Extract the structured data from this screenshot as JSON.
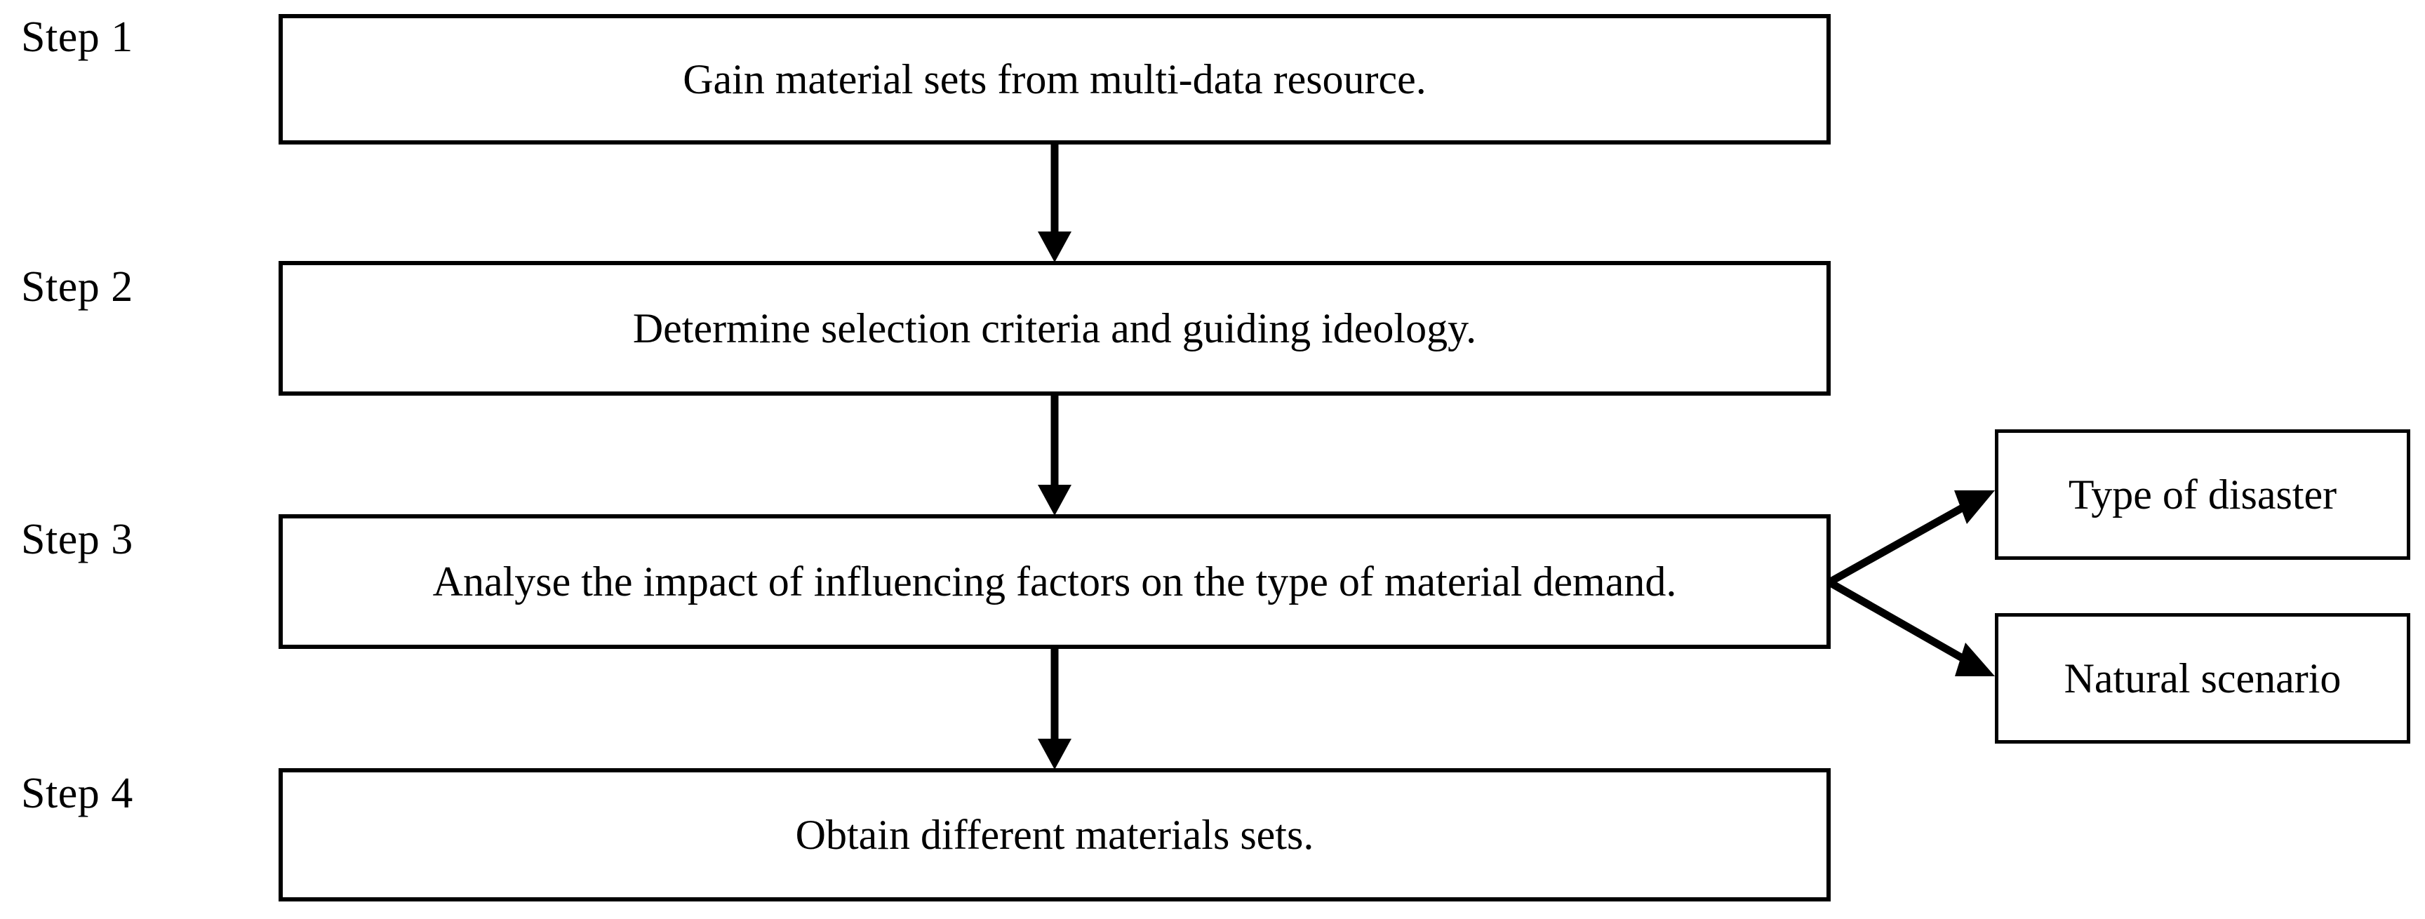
{
  "diagram": {
    "type": "flowchart",
    "orientation": "vertical-with-right-branch",
    "background_color": "#ffffff",
    "line_color": "#000000",
    "text_color": "#000000",
    "steps": [
      {
        "label": "Step 1",
        "text": "Gain material sets from multi-data resource."
      },
      {
        "label": "Step 2",
        "text": "Determine selection criteria and guiding ideology."
      },
      {
        "label": "Step 3",
        "text": "Analyse the impact of influencing factors on the type of material demand."
      },
      {
        "label": "Step 4",
        "text": "Obtain different materials sets."
      }
    ],
    "branches": [
      {
        "text": "Type of disaster"
      },
      {
        "text": "Natural scenario"
      }
    ],
    "connections": [
      {
        "from": "Step 1",
        "to": "Step 2",
        "style": "arrow-down"
      },
      {
        "from": "Step 2",
        "to": "Step 3",
        "style": "arrow-down"
      },
      {
        "from": "Step 3",
        "to": "Step 4",
        "style": "arrow-down"
      },
      {
        "from": "Step 3",
        "to": "Type of disaster",
        "style": "arrow-diagonal-up-right"
      },
      {
        "from": "Step 3",
        "to": "Natural scenario",
        "style": "arrow-diagonal-down-right"
      }
    ]
  }
}
